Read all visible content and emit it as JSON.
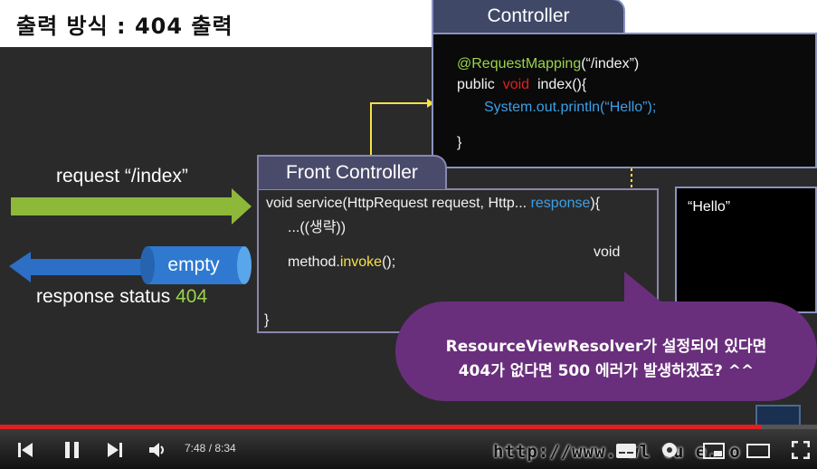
{
  "slide": {
    "title": "출력 방식 : 404 출력",
    "controller": {
      "tab_label": "Controller",
      "line1_annotation": "@RequestMapping",
      "line1_arg": "(“/index”)",
      "line2_public": "public",
      "line2_void": "void",
      "line2_method": "index(){",
      "line3": "System.out.println(“Hello”);",
      "line4": "}"
    },
    "front_controller": {
      "tab_label": "Front Controller",
      "line1_a": "void service(HttpRequest request, Http...",
      "line1_b": "response",
      "line1_c": "){",
      "line2": "...((생략))",
      "line3_a": "method.",
      "line3_b": "invoke",
      "line3_c": "();",
      "void_label": "void",
      "line4": "}"
    },
    "hello_box_text": "“Hello”",
    "request_label": "request “/index”",
    "response_label_text": "response status ",
    "response_label_code": "404",
    "empty_label": "empty",
    "bubble_line1_a": "ResourceViewResolver",
    "bubble_line1_b": "가 설정되어 있다면",
    "bubble_line2": "404가 없다면 500 에러가 발생하겠죠? ^^",
    "colors": {
      "green_arrow": "#8db83a",
      "blue_arrow": "#2c6fc4",
      "yellow_line": "#f5e04a",
      "bubble": "#6a2f7c"
    }
  },
  "player": {
    "time": "7:48 / 8:34",
    "progress_fraction": 0.9328,
    "watermark": "http://www.  wl  tu e. o",
    "icons": [
      "skip-back-icon",
      "pause-icon",
      "skip-next-icon",
      "volume-icon",
      "subtitles-icon",
      "settings-icon",
      "miniplayer-icon",
      "theater-icon",
      "fullscreen-icon"
    ]
  }
}
